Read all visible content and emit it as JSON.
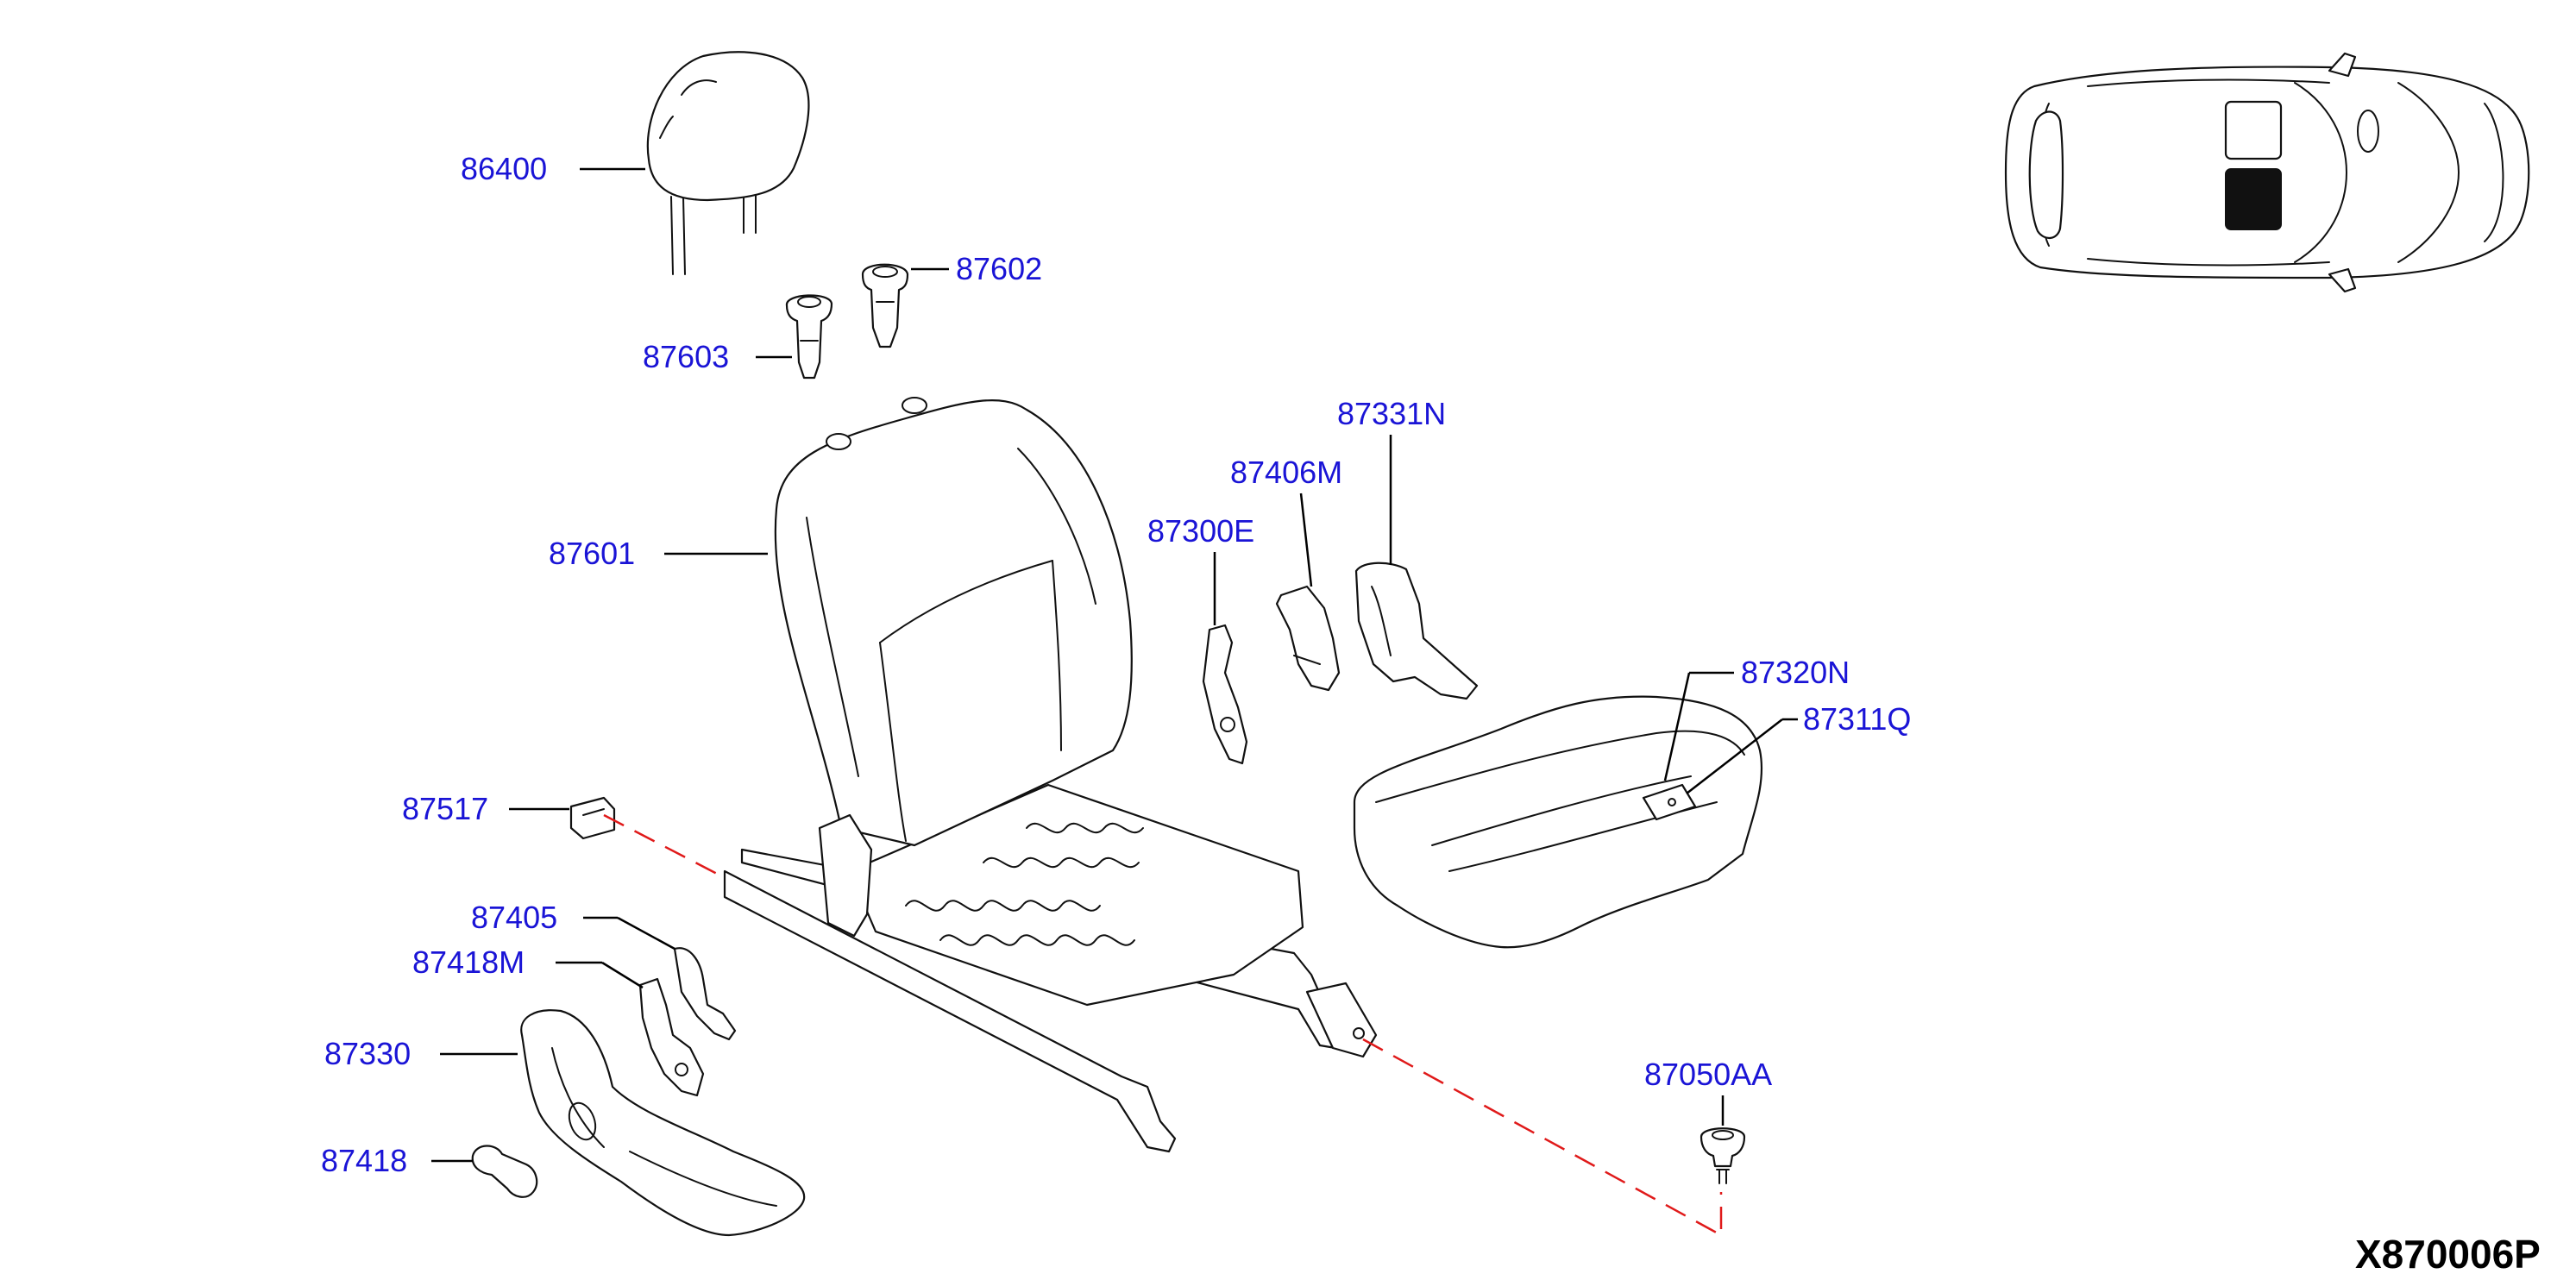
{
  "diagram": {
    "code": "X870006P",
    "accent_color": "#1a14d6",
    "dash_color": "#e01a1a",
    "labels": {
      "p86400": "86400",
      "p87602": "87602",
      "p87603": "87603",
      "p87601": "87601",
      "p87331N": "87331N",
      "p87406M": "87406M",
      "p87300E": "87300E",
      "p87320N": "87320N",
      "p87311Q": "87311Q",
      "p87517": "87517",
      "p87405": "87405",
      "p87418M": "87418M",
      "p87330": "87330",
      "p87418": "87418",
      "p87050AA": "87050AA"
    }
  }
}
